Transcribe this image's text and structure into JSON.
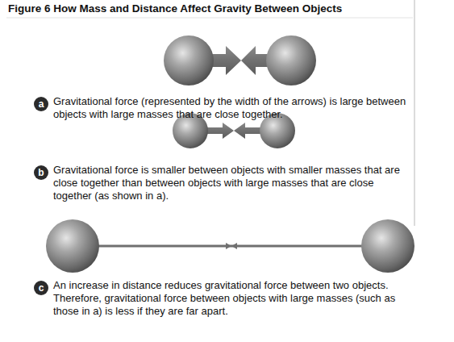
{
  "diagram": {
    "title": "Figure 6 How Mass and Distance Affect Gravity Between Objects",
    "nodes": [
      {
        "text": [
          "a"
        ]
      },
      {
        "text": [
          "b"
        ]
      },
      {
        "text": [
          "c"
        ]
      }
    ],
    "labels": [
      "Gravitational force (represented by the width of the arrows) is large between objects with large masses that are close together.",
      "Gravitational force is smaller between objects with smaller masses that are close together than between objects with large masses that are close together (as shown in a).",
      "An increase in distance reduces gravitational force between two objects. Therefore, gravitational force between objects with large masses (such as those in a) is less if they are far apart."
    ]
  }
}
